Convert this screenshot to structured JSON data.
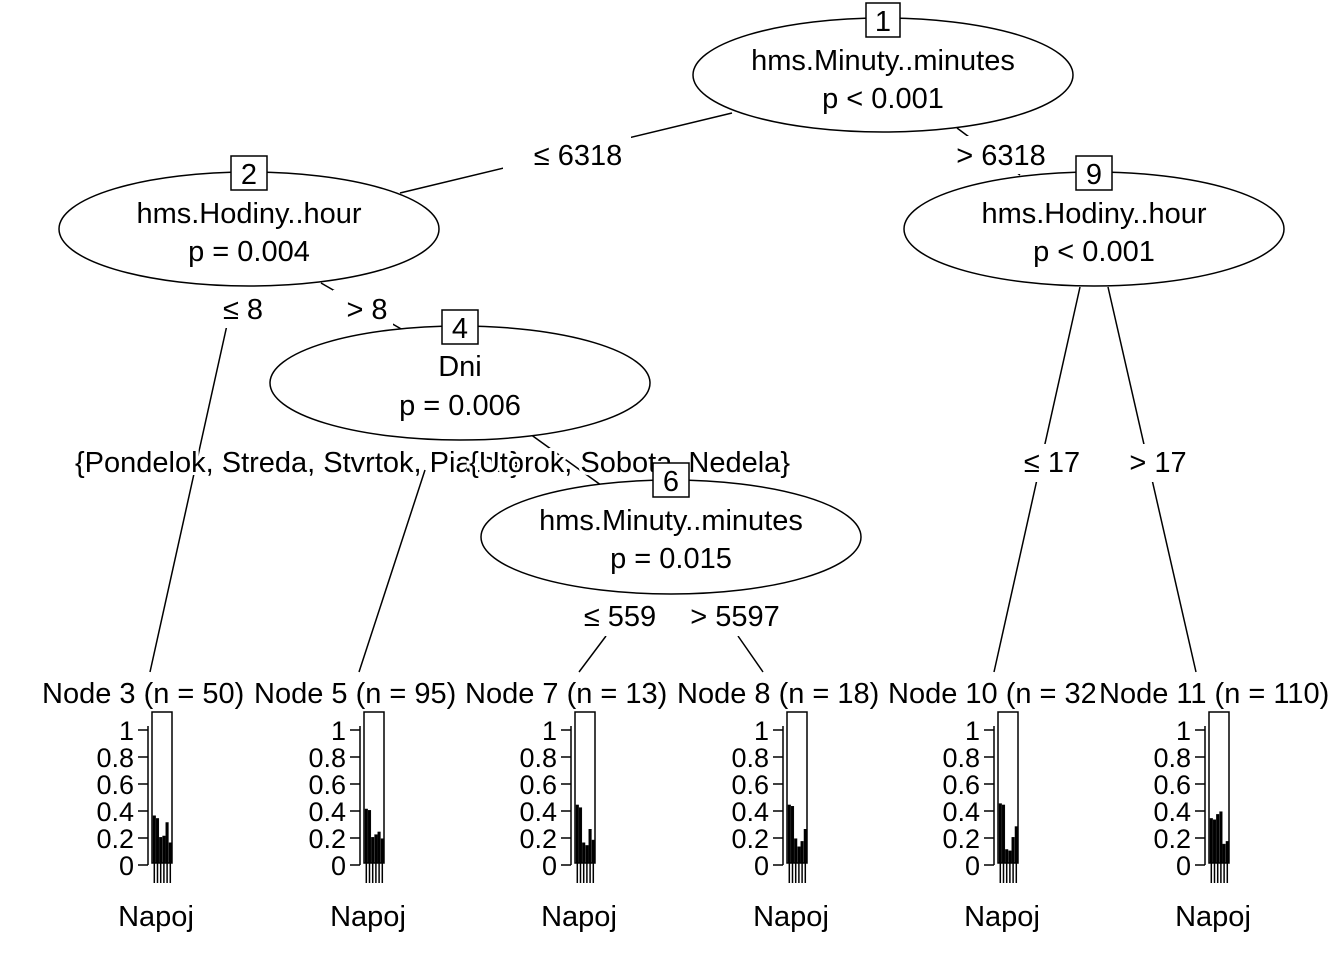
{
  "tree": {
    "inner_nodes": [
      {
        "id": "1",
        "variable": "hms.Minuty..minutes",
        "p_label": "p < 0.001"
      },
      {
        "id": "2",
        "variable": "hms.Hodiny..hour",
        "p_label": "p = 0.004"
      },
      {
        "id": "4",
        "variable": "Dni",
        "p_label": "p = 0.006"
      },
      {
        "id": "6",
        "variable": "hms.Minuty..minutes",
        "p_label": "p = 0.015"
      },
      {
        "id": "9",
        "variable": "hms.Hodiny..hour",
        "p_label": "p < 0.001"
      }
    ],
    "edge_labels": [
      {
        "id": "e1-2",
        "text": "≤ 6318"
      },
      {
        "id": "e1-9",
        "text": "> 6318"
      },
      {
        "id": "e2-3",
        "text": "≤ 8"
      },
      {
        "id": "e2-4",
        "text": "> 8"
      },
      {
        "id": "e4-5",
        "text": "{Pondelok, Streda, Stvrtok, Piatok}"
      },
      {
        "id": "e4-6",
        "text": "{Utorok, Sobota, Nedela}"
      },
      {
        "id": "e6-7",
        "text": "≤ 559"
      },
      {
        "id": "e6-8",
        "text": "> 5597"
      },
      {
        "id": "e9-10",
        "text": "≤ 17"
      },
      {
        "id": "e9-11",
        "text": "> 17"
      }
    ],
    "terminal_nodes": [
      {
        "id": "3",
        "title": "Node 3 (n = 50)",
        "xlabel": "Napoj",
        "proportions": [
          0.35,
          0.33,
          0.19,
          0.2,
          0.3,
          0.15
        ]
      },
      {
        "id": "5",
        "title": "Node 5 (n = 95)",
        "xlabel": "Napoj",
        "proportions": [
          0.4,
          0.39,
          0.19,
          0.21,
          0.23,
          0.18
        ]
      },
      {
        "id": "7",
        "title": "Node 7 (n = 13)",
        "xlabel": "Napoj",
        "proportions": [
          0.43,
          0.41,
          0.15,
          0.13,
          0.25,
          0.17
        ]
      },
      {
        "id": "8",
        "title": "Node 8 (n = 18)",
        "xlabel": "Napoj",
        "proportions": [
          0.43,
          0.42,
          0.18,
          0.12,
          0.16,
          0.25
        ]
      },
      {
        "id": "10",
        "title": "Node 10 (n = 32)",
        "xlabel": "Napoj",
        "proportions": [
          0.44,
          0.43,
          0.1,
          0.09,
          0.19,
          0.27
        ]
      },
      {
        "id": "11",
        "title": "Node 11 (n = 110)",
        "xlabel": "Napoj",
        "proportions": [
          0.33,
          0.32,
          0.36,
          0.38,
          0.14,
          0.16
        ]
      }
    ],
    "y_axis_ticks": [
      "0",
      "0.2",
      "0.4",
      "0.6",
      "0.8",
      "1"
    ]
  }
}
